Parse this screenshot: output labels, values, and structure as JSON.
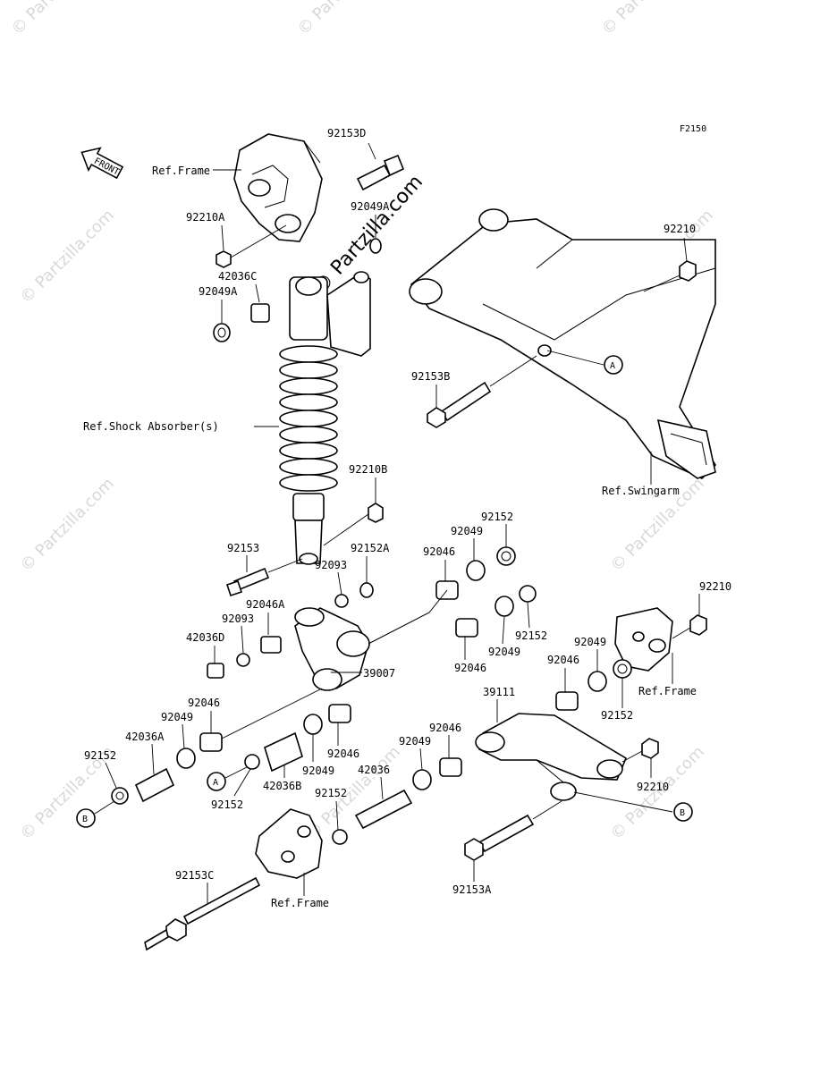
{
  "figure_code": "F2150",
  "front_label": "FRONT",
  "watermark": "© Partzilla.com",
  "callouts": {
    "A": "A",
    "B": "B"
  },
  "labels": {
    "p92153D": "92153D",
    "ref_frame_top": "Ref.Frame",
    "p92210A": "92210A",
    "p92049A_top": "92049A",
    "p42036C": "42036C",
    "p92049A": "92049A",
    "p92210_top": "92210",
    "p92153B": "92153B",
    "ref_shock": "Ref.Shock Absorber(s)",
    "ref_swingarm": "Ref.Swingarm",
    "p92210B": "92210B",
    "p92152_top": "92152",
    "p92049_a": "92049",
    "p92046_a": "92046",
    "p92153": "92153",
    "p92152A": "92152A",
    "p92093_a": "92093",
    "p92046A": "92046A",
    "p92093_b": "92093",
    "p42036D": "42036D",
    "p92152_b": "92152",
    "p92049_b": "92049",
    "p92046_b": "92046",
    "p92210_right": "92210",
    "p92049_c": "92049",
    "ref_frame_right": "Ref.Frame",
    "p92046_c": "92046",
    "p39007": "39007",
    "p92152_c": "92152",
    "p39111": "39111",
    "p92046_d": "92046",
    "p92049_d": "92049",
    "p42036A": "42036A",
    "p92152_left": "92152",
    "p92046_e": "92046",
    "p92049_e": "92049",
    "p42036B": "42036B",
    "p92046_f": "92046",
    "p92049_f": "92049",
    "p42036": "42036",
    "p92152_d": "92152",
    "p92152_e": "92152",
    "p92210_bottom": "92210",
    "p92153C": "92153C",
    "ref_frame_bottom": "Ref.Frame",
    "p92153A": "92153A"
  }
}
